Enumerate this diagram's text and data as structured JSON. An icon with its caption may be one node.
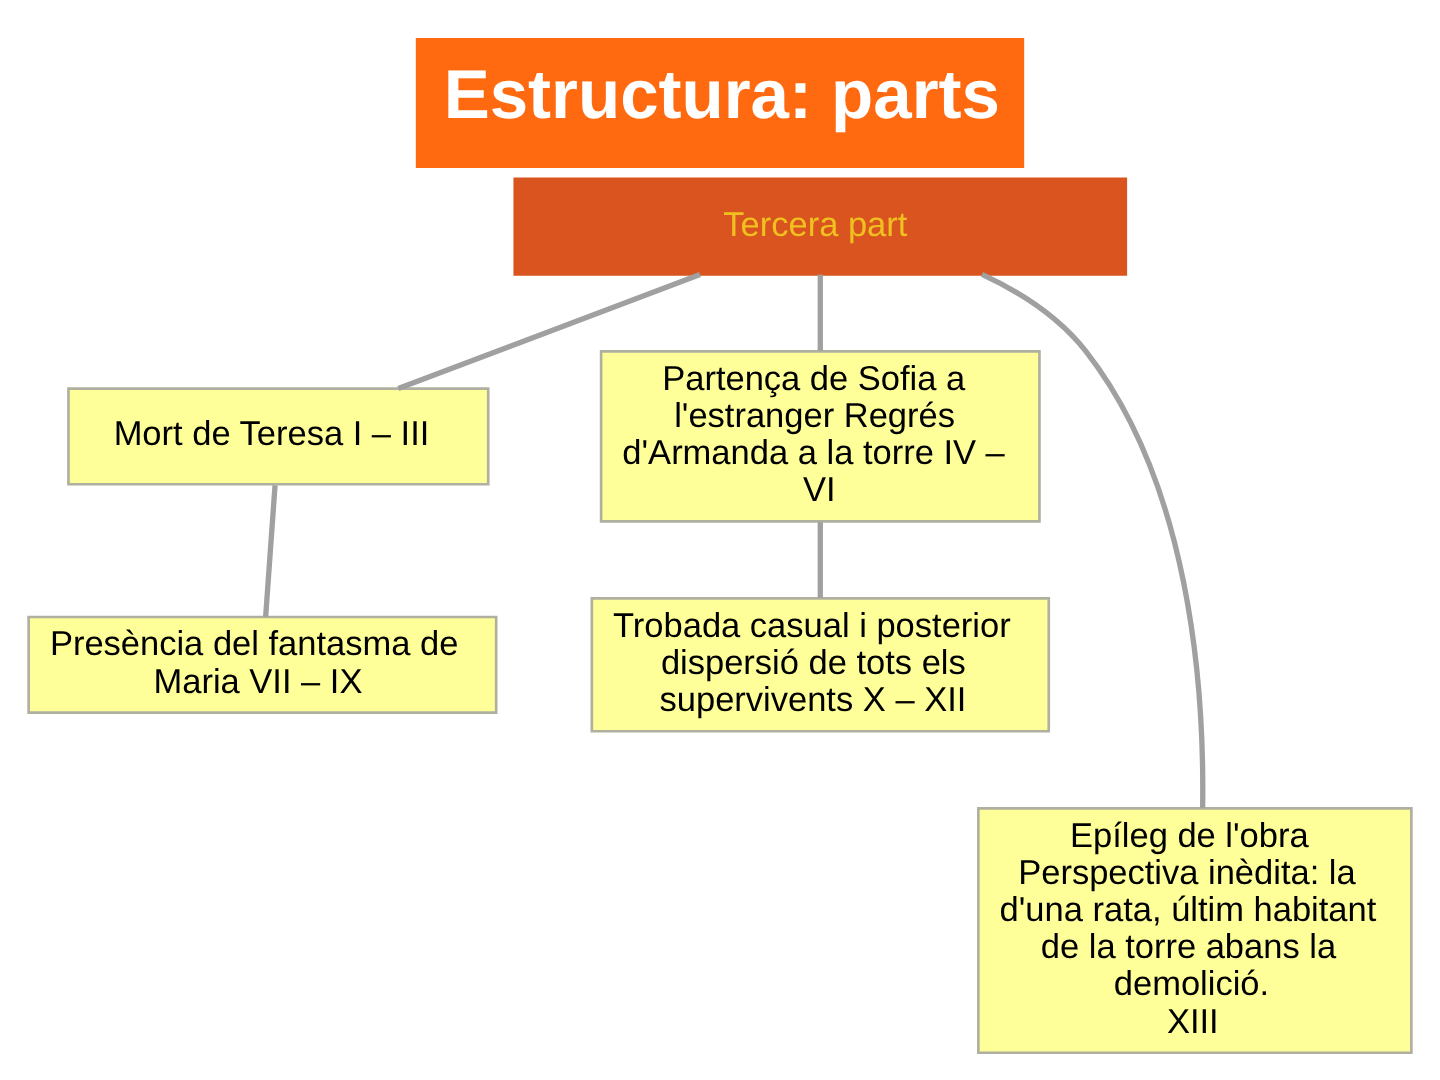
{
  "diagram": {
    "title": "Estructura: parts",
    "nodes": [
      {
        "text": [
          "Tercera part"
        ]
      },
      {
        "text": [
          "Mort de Teresa I – III"
        ]
      },
      {
        "text": [
          "Partença de Sofia a l'estranger Regrés d'Armanda a la torre IV – VI"
        ]
      },
      {
        "text": [
          "Presència del fantasma de Maria VII – IX"
        ]
      },
      {
        "text": [
          "Trobada casual i posterior dispersió de tots els supervivents X – XII"
        ]
      },
      {
        "text": [
          "Epíleg de l'obra",
          "Perspectiva inèdita: la d'una rata, últim habitant de la torre abans la demolició.",
          "XIII"
        ]
      }
    ],
    "edges": [
      {
        "from": 0,
        "to": 1,
        "arrow": "none"
      },
      {
        "from": 0,
        "to": 5,
        "arrow": "none"
      },
      {
        "from": 0,
        "to": 2,
        "arrow": "none"
      },
      {
        "from": 1,
        "to": 3,
        "arrow": "none"
      },
      {
        "from": 2,
        "to": 4,
        "arrow": "none"
      }
    ]
  }
}
